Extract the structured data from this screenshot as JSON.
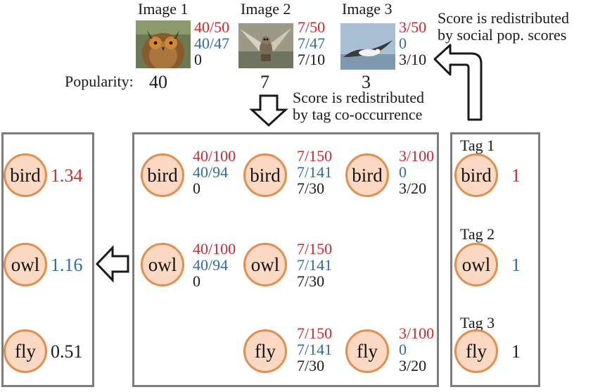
{
  "images": [
    {
      "title": "Image 1",
      "scores": [
        "40/50",
        "40/47",
        "0"
      ],
      "popularity": "40"
    },
    {
      "title": "Image 2",
      "scores": [
        "7/50",
        "7/47",
        "7/10"
      ],
      "popularity": "7"
    },
    {
      "title": "Image 3",
      "scores": [
        "3/50",
        "0",
        "3/10"
      ],
      "popularity": "3"
    }
  ],
  "popularity_label": "Popularity:",
  "notes": {
    "social": [
      "Score is redistributed",
      "by social pop. scores"
    ],
    "tag": [
      "Score is redistributed",
      "by tag co-occurrence"
    ]
  },
  "tags": [
    {
      "title": "Tag 1",
      "name": "bird",
      "value": "1"
    },
    {
      "title": "Tag 2",
      "name": "owl",
      "value": "1"
    },
    {
      "title": "Tag 3",
      "name": "fly",
      "value": "1"
    }
  ],
  "results": [
    {
      "name": "bird",
      "score": "1.34"
    },
    {
      "name": "owl",
      "score": "1.16"
    },
    {
      "name": "fly",
      "score": "0.51"
    }
  ],
  "matrix": {
    "bird": [
      {
        "name": "bird",
        "scores": [
          "40/100",
          "40/94",
          "0"
        ]
      },
      {
        "name": "bird",
        "scores": [
          "7/150",
          "7/141",
          "7/30"
        ]
      },
      {
        "name": "bird",
        "scores": [
          "3/100",
          "0",
          "3/20"
        ]
      }
    ],
    "owl": [
      {
        "name": "owl",
        "scores": [
          "40/100",
          "40/94",
          "0"
        ]
      },
      {
        "name": "owl",
        "scores": [
          "7/150",
          "7/141",
          "7/30"
        ]
      }
    ],
    "fly": [
      {
        "name": "fly",
        "scores": [
          "7/150",
          "7/141",
          "7/30"
        ]
      },
      {
        "name": "fly",
        "scores": [
          "3/100",
          "0",
          "3/20"
        ]
      }
    ]
  },
  "colors": {
    "red": "#d9262b",
    "blue": "#2d6ca8",
    "circle_fill": "#fbd9c2",
    "circle_border": "#e28f4e",
    "panel_border": "#7d7d7d"
  }
}
